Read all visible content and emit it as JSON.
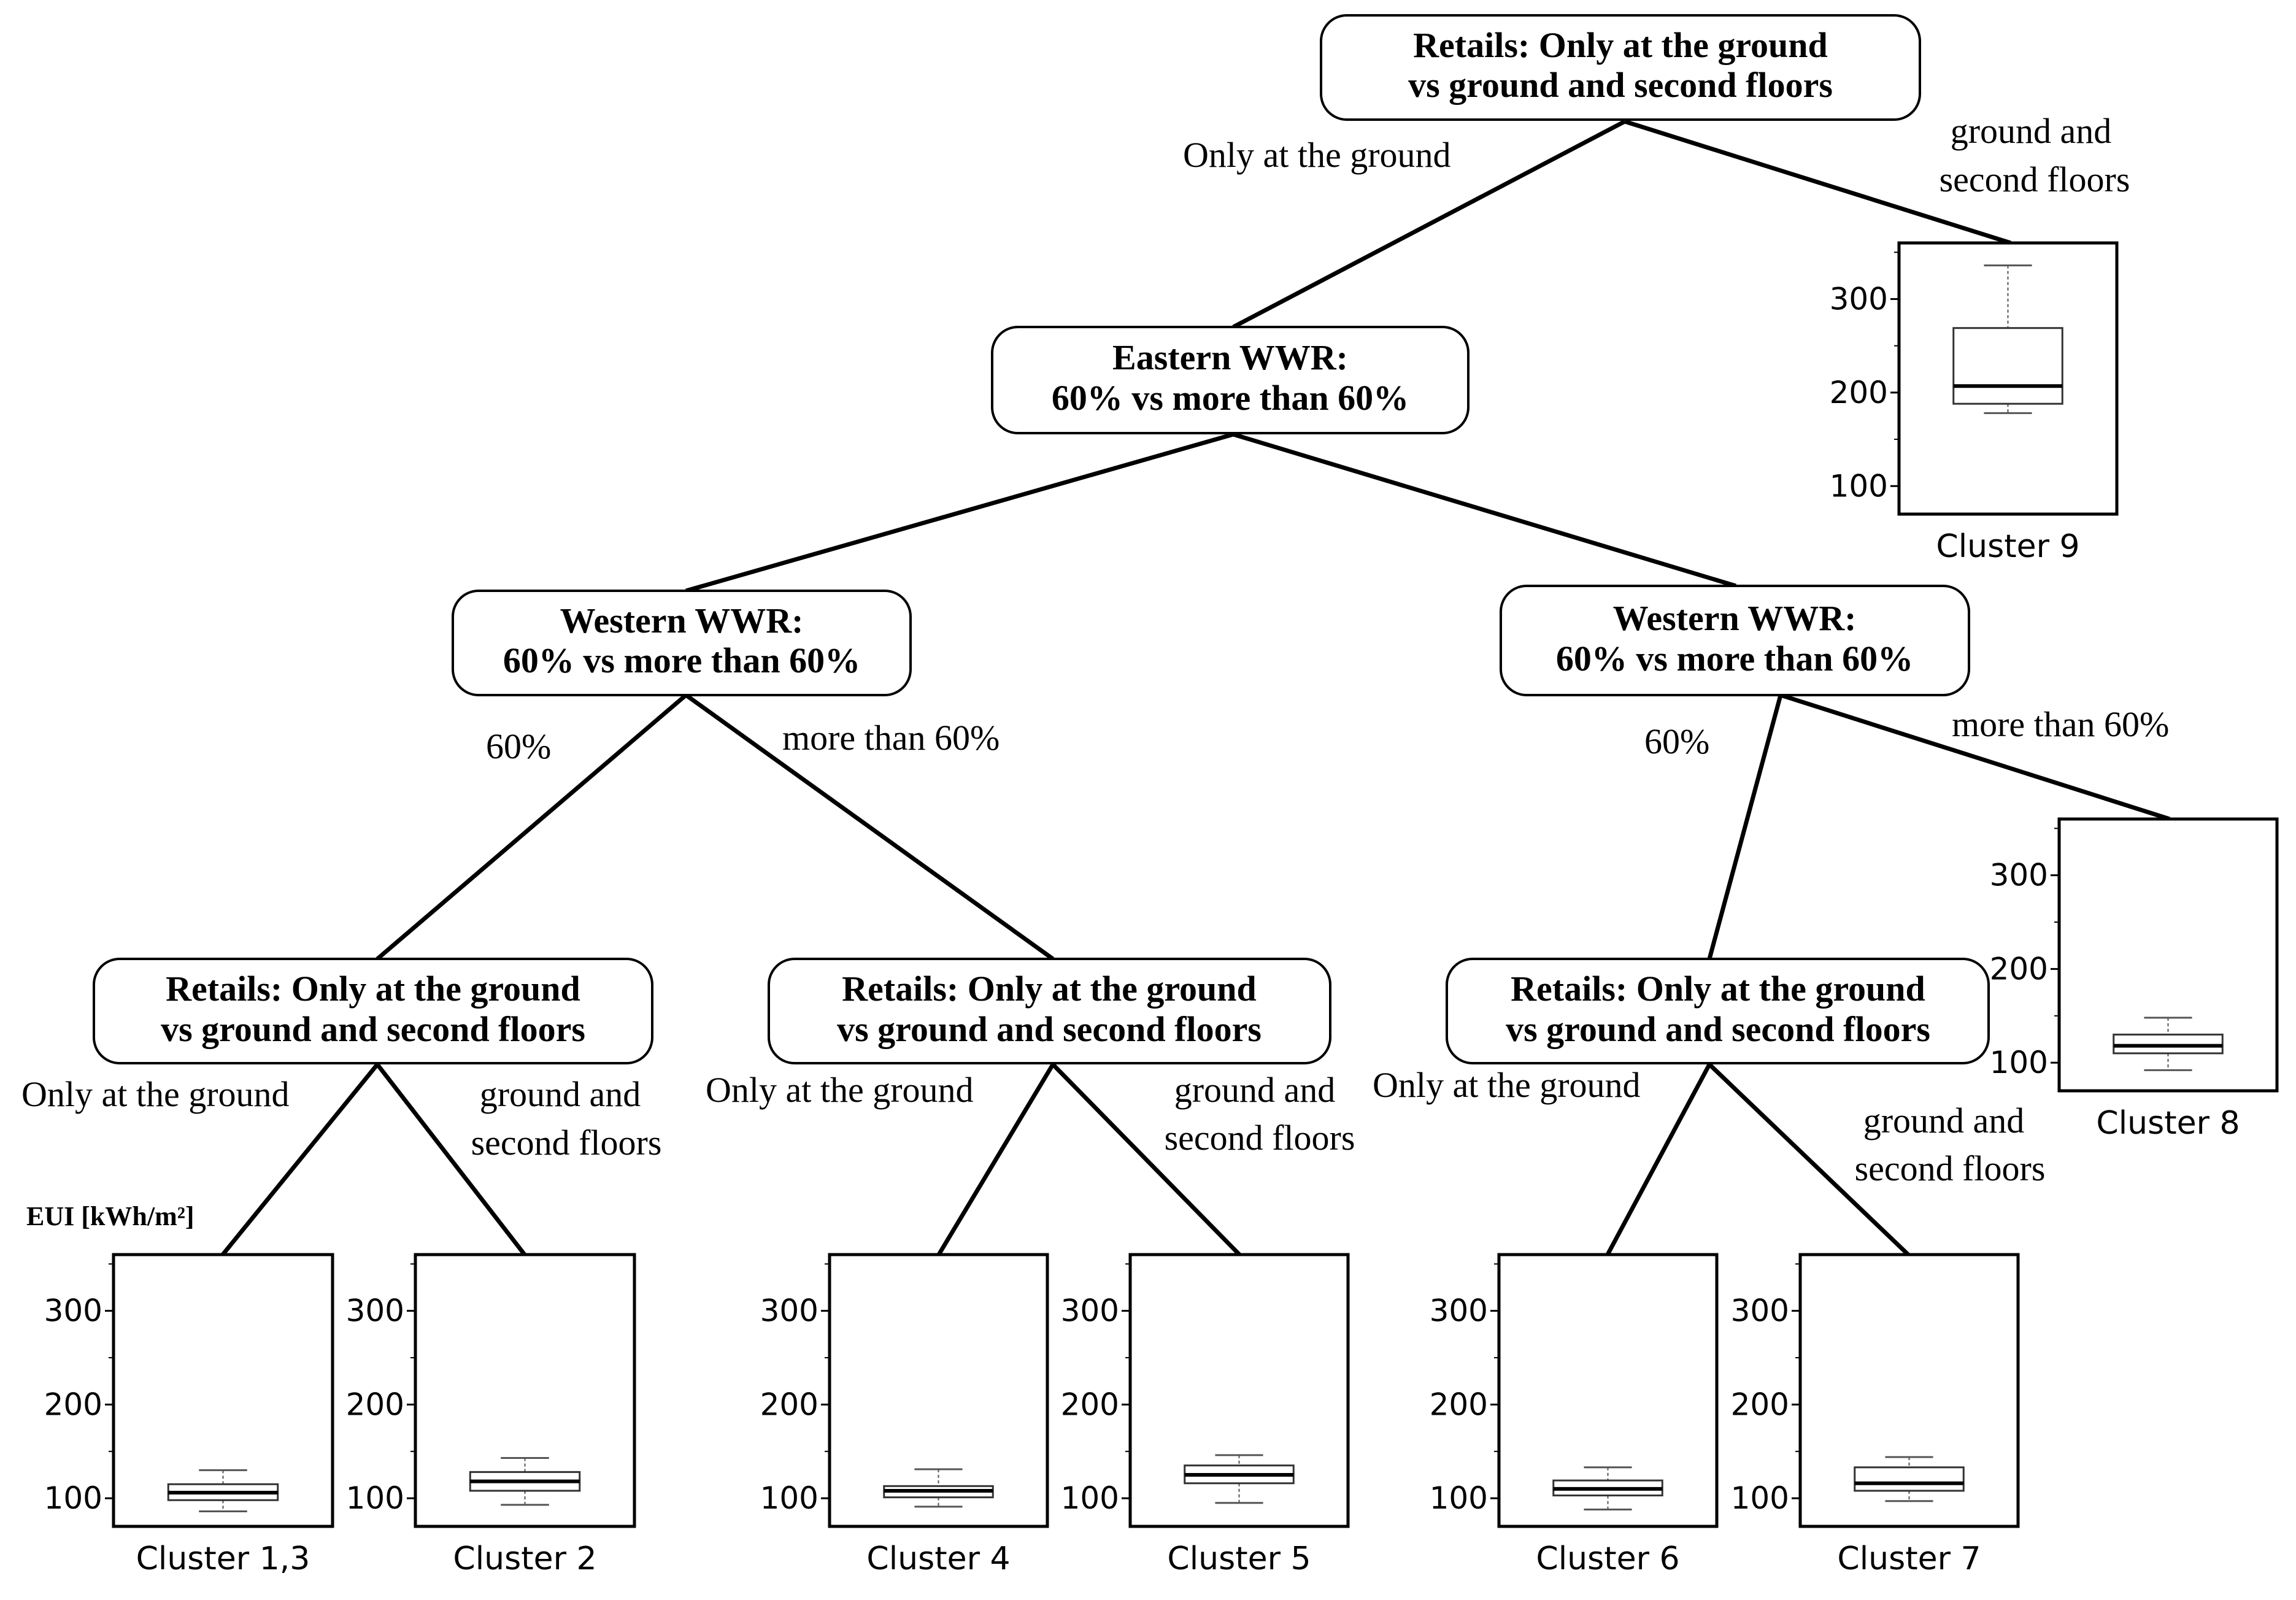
{
  "nodes": {
    "root": {
      "line1": "Retails: Only at the ground",
      "line2": "vs ground and second floors"
    },
    "eastern": {
      "line1": "Eastern WWR:",
      "line2": "60% vs more than 60%"
    },
    "western_left": {
      "line1": "Western WWR:",
      "line2": "60% vs more than 60%"
    },
    "western_right": {
      "line1": "Western WWR:",
      "line2": "60% vs more than 60%"
    },
    "retail_a": {
      "line1": "Retails: Only at the ground",
      "line2": "vs ground and second floors"
    },
    "retail_b": {
      "line1": "Retails: Only at the ground",
      "line2": "vs ground and second floors"
    },
    "retail_c": {
      "line1": "Retails: Only at the ground",
      "line2": "vs ground and second floors"
    }
  },
  "edge_labels": {
    "root_left": "Only at the ground",
    "root_right_1": "ground and",
    "root_right_2": "second floors",
    "wl_left": "60%",
    "wl_right": "more than 60%",
    "wr_left": "60%",
    "wr_right": "more than 60%",
    "ra_left": "Only at the ground",
    "ra_right_1": "ground and",
    "ra_right_2": "second floors",
    "rb_left": "Only at the ground",
    "rb_right_1": "ground and",
    "rb_right_2": "second floors",
    "rc_left": "Only at the ground",
    "rc_right_1": "ground and",
    "rc_right_2": "second floors"
  },
  "axis_title": "EUI [kWh/m²]",
  "chart_data": {
    "type": "boxplot",
    "ylabel": "EUI [kWh/m²]",
    "yticks": [
      "100",
      "200",
      "300"
    ],
    "ylim": [
      70,
      360
    ],
    "clusters": [
      {
        "name": "Cluster 9",
        "whisker_low": 178,
        "q1": 188,
        "median": 207,
        "q3": 269,
        "whisker_high": 336
      },
      {
        "name": "Cluster 8",
        "whisker_low": 92,
        "q1": 110,
        "median": 118,
        "q3": 130,
        "whisker_high": 148
      },
      {
        "name": "Cluster 1,3",
        "whisker_low": 86,
        "q1": 98,
        "median": 106,
        "q3": 115,
        "whisker_high": 130
      },
      {
        "name": "Cluster 2",
        "whisker_low": 93,
        "q1": 108,
        "median": 118,
        "q3": 128,
        "whisker_high": 143
      },
      {
        "name": "Cluster 4",
        "whisker_low": 91,
        "q1": 101,
        "median": 108,
        "q3": 113,
        "whisker_high": 131
      },
      {
        "name": "Cluster 5",
        "whisker_low": 95,
        "q1": 116,
        "median": 125,
        "q3": 135,
        "whisker_high": 146
      },
      {
        "name": "Cluster 6",
        "whisker_low": 88,
        "q1": 103,
        "median": 110,
        "q3": 119,
        "whisker_high": 133
      },
      {
        "name": "Cluster 7",
        "whisker_low": 97,
        "q1": 108,
        "median": 116,
        "q3": 133,
        "whisker_high": 144
      }
    ]
  }
}
